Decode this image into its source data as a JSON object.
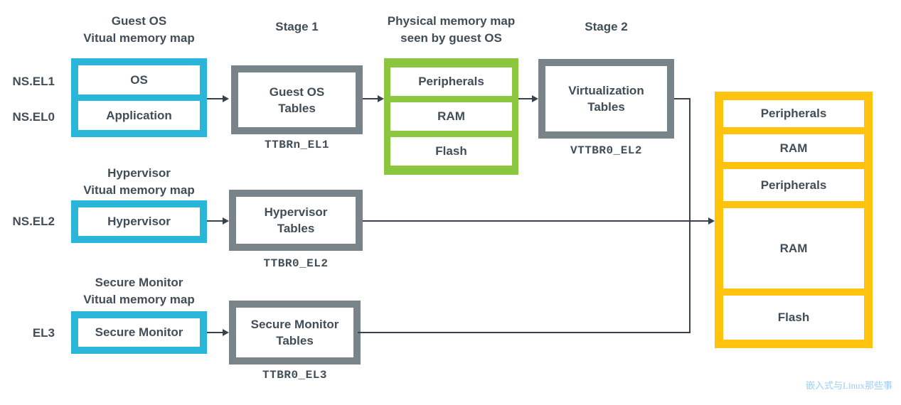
{
  "colors": {
    "cyan": "#29B6D9",
    "gray": "#79838A",
    "green": "#8CC63F",
    "yellow": "#FFC20D",
    "text": "#414D57",
    "line": "#37424C",
    "watermark": "#9CCDF4"
  },
  "headers": {
    "guest_map_line1": "Guest OS",
    "guest_map_line2": "Vitual memory map",
    "stage1": "Stage 1",
    "phys_map_line1": "Physical memory map",
    "phys_map_line2": "seen by guest OS",
    "stage2": "Stage 2",
    "hyperv_map_line1": "Hypervisor",
    "hyperv_map_line2": "Vitual memory map",
    "secure_map_line1": "Secure Monitor",
    "secure_map_line2": "Vitual memory map"
  },
  "el_labels": {
    "el1": "NS.EL1",
    "el0": "NS.EL0",
    "el2": "NS.EL2",
    "el3": "EL3"
  },
  "guest_vm_map": {
    "cells": [
      "OS",
      "Application"
    ]
  },
  "hyperv_vm_map": {
    "cells": [
      "Hypervisor"
    ]
  },
  "secure_vm_map": {
    "cells": [
      "Secure Monitor"
    ]
  },
  "tables": {
    "guest": {
      "line1": "Guest OS",
      "line2": "Tables",
      "register": "TTBRn_EL1"
    },
    "virt": {
      "line1": "Virtualization",
      "line2": "Tables",
      "register": "VTTBR0_EL2"
    },
    "hyperv": {
      "line1": "Hypervisor",
      "line2": "Tables",
      "register": "TTBR0_EL2"
    },
    "secure": {
      "line1": "Secure Monitor",
      "line2": "Tables",
      "register": "TTBR0_EL3"
    }
  },
  "guest_phys_map": {
    "cells": [
      "Peripherals",
      "RAM",
      "Flash"
    ]
  },
  "system_phys_map": {
    "cells": [
      "Peripherals",
      "RAM",
      "Peripherals",
      "RAM",
      "Flash"
    ]
  },
  "watermark": "嵌入式与Linux那些事"
}
